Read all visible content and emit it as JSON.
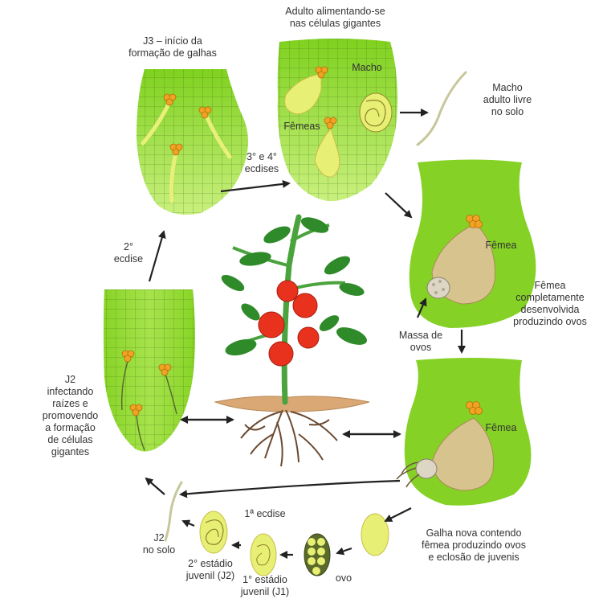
{
  "colors": {
    "root_green": "#7ed321",
    "root_green_light": "#c8ef7a",
    "grid_line": "#3f6b16",
    "female_body": "#d7c38d",
    "egg_yellow": "#e7ef74",
    "nucleus_orange": "#f0a323",
    "tomato_red": "#e8321e",
    "leaf_green": "#2f8a2a",
    "soil": "#d9a874",
    "root_brown": "#6b4a32",
    "arrow": "#222222"
  },
  "labels": {
    "j3": "J3 – início da\nformação de galhas",
    "adult_feeding": "Adulto alimentando-se\nnas células gigantes",
    "male": "Macho",
    "females": "Fêmeas",
    "male_free": "Macho\nadulto livre\nno solo",
    "molts_3_4": "3° e 4°\necdises",
    "second_molt": "2°\necdise",
    "female_top": "Fêmea",
    "female_dev": "Fêmea\ncompletamente\ndesenvolvida\nproduzindo ovos",
    "egg_mass": "Massa de\novos",
    "j2_infecting": "J2\ninfectando\nraízes e\npromovendo\na formação\nde células\ngigantes",
    "female_bottom": "Fêmea",
    "new_gall": "Galha nova contendo\nfêmea produzindo ovos\ne eclosão de juvenis",
    "egg": "ovo",
    "first_molt": "1ª ecdise",
    "first_stage": "1° estádio\njuvenil (J1)",
    "second_stage": "2° estádio\njuvenil (J2)",
    "j2_soil": "J2\nno solo"
  }
}
